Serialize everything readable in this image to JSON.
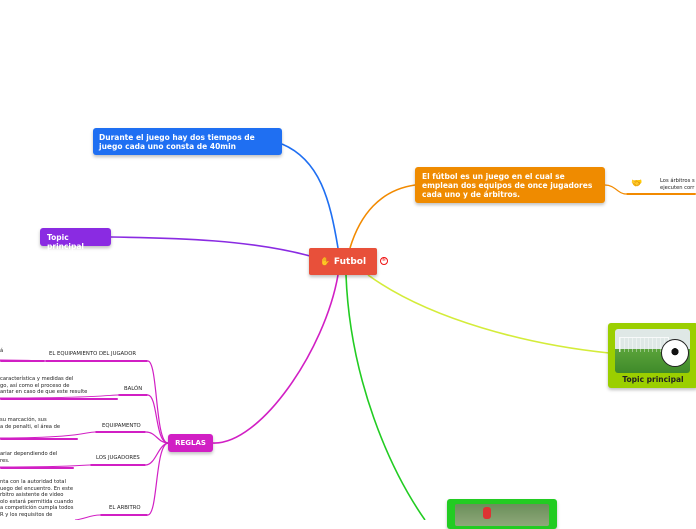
{
  "root": {
    "label": "Futbol",
    "icon": "hand-icon",
    "badge_icon": "prohibited-icon",
    "color": "#e8503a"
  },
  "topics": {
    "tiempos": {
      "label": "Durante el juego hay dos tiempos de juego cada uno consta de 40min",
      "color": "#1f6ff2"
    },
    "topic_left": {
      "label": "Topic principal",
      "color": "#8a2be2"
    },
    "definicion": {
      "label": "El fútbol es un juego en el cual se emplean dos equipos de once jugadores cada uno y de árbitros.",
      "color": "#f28a00"
    },
    "topic_right": {
      "label": "Topic principal",
      "color": "#a6d600"
    },
    "reglas": {
      "label": "REGLAS",
      "color": "#d11fc4"
    }
  },
  "arbitros_note": {
    "text_line1": "Los árbitros s",
    "text_line2": "ejecuten corr",
    "icon": "handshake-icon"
  },
  "reglas_items": [
    {
      "label": "EL EQUIPAMIENTO DEL JUGADOR",
      "text": [
        "á"
      ]
    },
    {
      "label": "BALÓN",
      "text": [
        "característica y medidas del",
        "go, así como el proceso de",
        "antar en caso de que este resulte"
      ]
    },
    {
      "label": "EQUIPAMENTO",
      "text": [
        "su marcación, sus",
        "a de penalti, el área de"
      ]
    },
    {
      "label": "LOS JUGADORES",
      "text": [
        "ariar dependiendo del",
        "res."
      ]
    },
    {
      "label": "EL ARBITRO",
      "text": [
        "nta con la autoridad total",
        "uego del encuentro. En este",
        "rbitro asistente de video",
        "olo estará permitida cuando",
        "a competición cumpla todos",
        "R y los requisitos de"
      ]
    }
  ],
  "colors": {
    "blue": "#1f6ff2",
    "purple": "#8a2be2",
    "orange": "#f28a00",
    "lime": "#a6d600",
    "magenta": "#d11fc4",
    "green": "#22cc22",
    "red": "#e8503a"
  }
}
